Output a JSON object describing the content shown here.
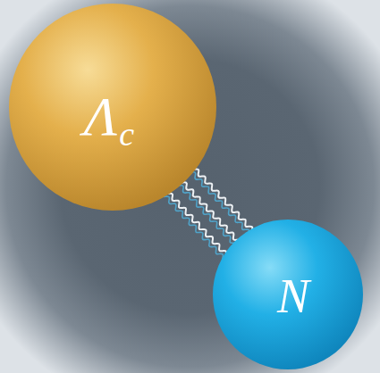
{
  "diagram": {
    "nodes": [
      {
        "text": [
          "Λ",
          "c"
        ]
      },
      {
        "text": [
          "N"
        ]
      }
    ],
    "edges": [
      {
        "from": 0,
        "to": 1,
        "arrow": "none"
      },
      {
        "from": 0,
        "to": 1,
        "arrow": "none"
      },
      {
        "from": 0,
        "to": 1,
        "arrow": "none"
      }
    ]
  }
}
